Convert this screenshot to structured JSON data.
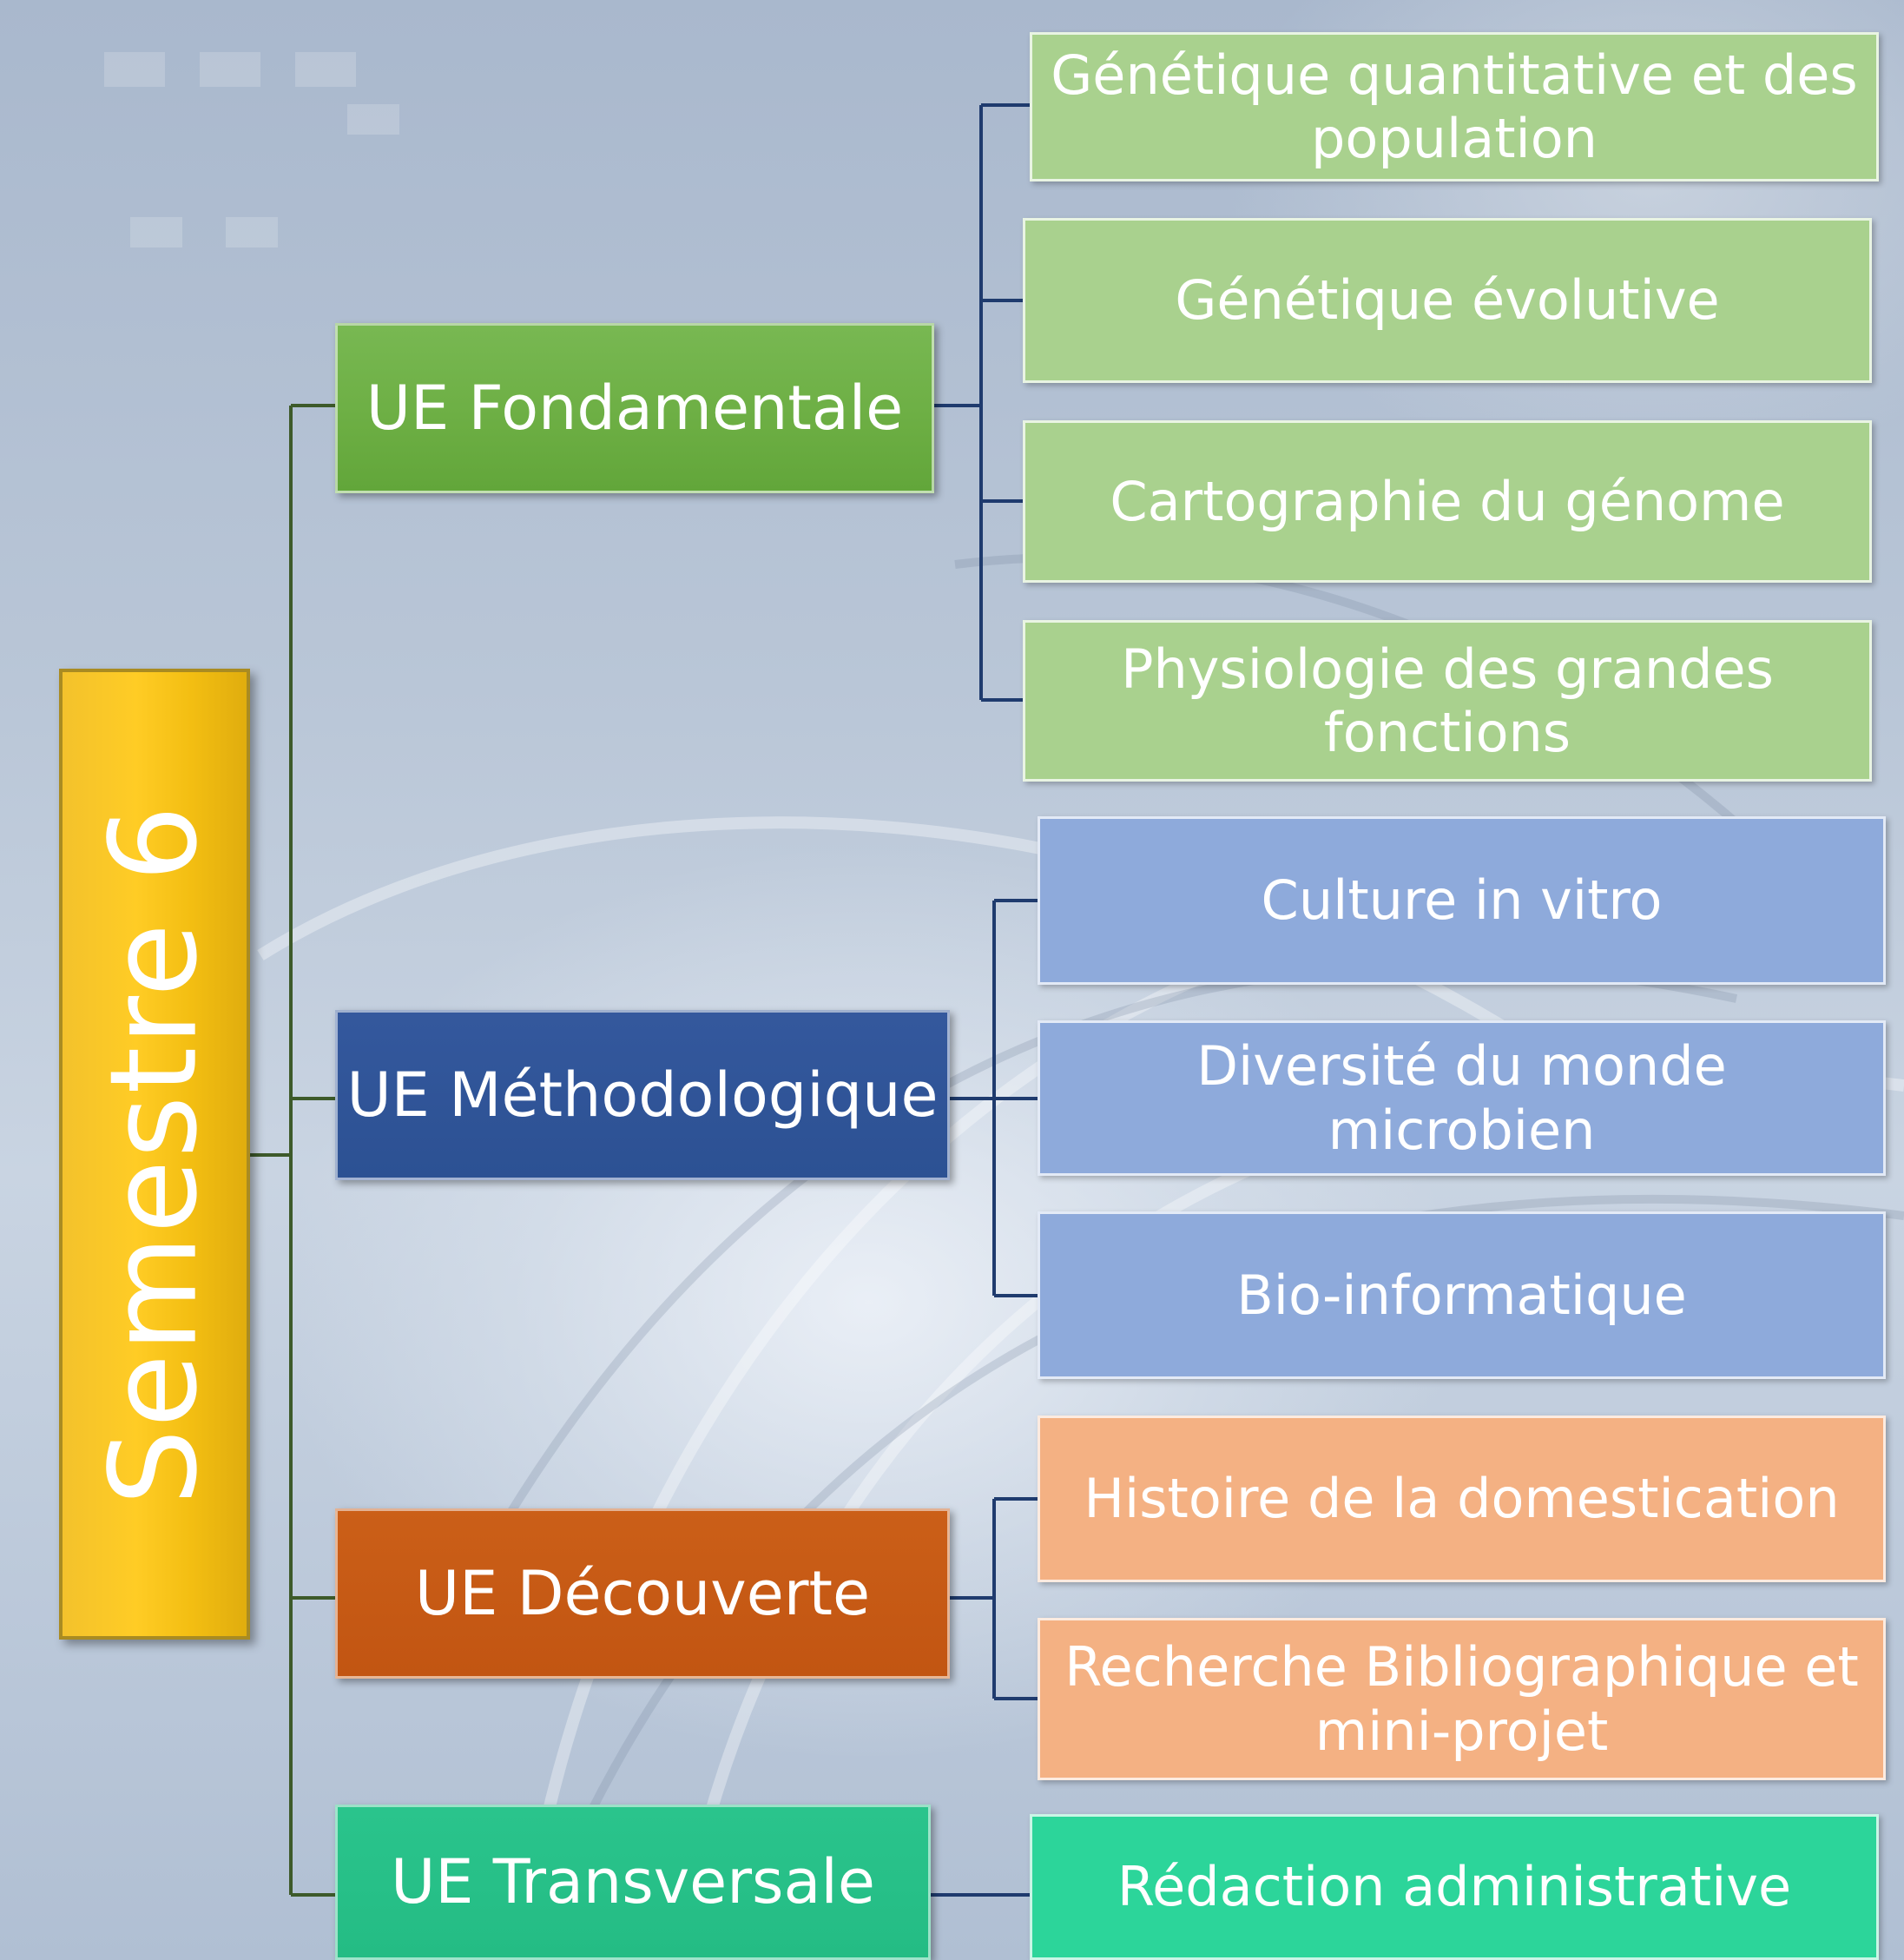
{
  "root": {
    "label": "Semestre 6",
    "color": "#ffc000"
  },
  "units": [
    {
      "label": "UE Fondamentale",
      "color": "#70ad47",
      "subjects": [
        "Génétique quantitative et des population",
        "Génétique évolutive",
        "Cartographie du génome",
        "Physiologie des grandes fonctions"
      ],
      "subject_color": "#a9d18e"
    },
    {
      "label": "UE Méthodologique",
      "color": "#2f5597",
      "subjects": [
        "Culture in vitro",
        "Diversité du monde microbien",
        "Bio-informatique"
      ],
      "subject_color": "#8eaadb"
    },
    {
      "label": "UE Découverte",
      "color": "#c55a11",
      "subjects": [
        "Histoire de la domestication",
        "Recherche Bibliographique et mini-projet"
      ],
      "subject_color": "#f4b183"
    },
    {
      "label": "UE Transversale",
      "color": "#26c485",
      "subjects": [
        "Rédaction administrative"
      ],
      "subject_color": "#2cd59a"
    }
  ]
}
